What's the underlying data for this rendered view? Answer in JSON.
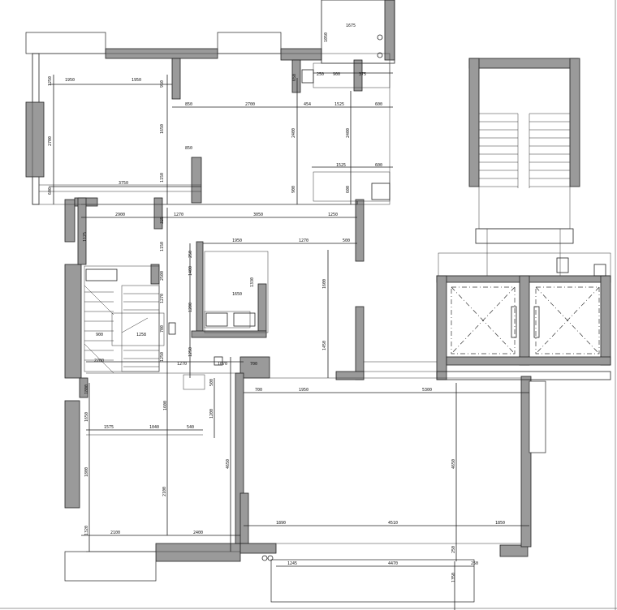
{
  "title": "",
  "dimensions": [
    {
      "text": "1675",
      "rotate": false
    },
    {
      "text": "1050",
      "rotate": true
    },
    {
      "text": "1950",
      "rotate": false
    },
    {
      "text": "1950",
      "rotate": false
    },
    {
      "text": "950",
      "rotate": true
    },
    {
      "text": "1250",
      "rotate": true
    },
    {
      "text": "650",
      "rotate": true
    },
    {
      "text": "250",
      "rotate": false
    },
    {
      "text": "900",
      "rotate": false
    },
    {
      "text": "375",
      "rotate": false
    },
    {
      "text": "850",
      "rotate": false
    },
    {
      "text": "2700",
      "rotate": false
    },
    {
      "text": "454",
      "rotate": false
    },
    {
      "text": "1525",
      "rotate": false
    },
    {
      "text": "600",
      "rotate": false
    },
    {
      "text": "2700",
      "rotate": true
    },
    {
      "text": "1650",
      "rotate": true
    },
    {
      "text": "2400",
      "rotate": true
    },
    {
      "text": "2400",
      "rotate": true
    },
    {
      "text": "850",
      "rotate": false
    },
    {
      "text": "1525",
      "rotate": false
    },
    {
      "text": "600",
      "rotate": false
    },
    {
      "text": "1150",
      "rotate": true
    },
    {
      "text": "600",
      "rotate": true
    },
    {
      "text": "3750",
      "rotate": false
    },
    {
      "text": "900",
      "rotate": true
    },
    {
      "text": "600",
      "rotate": true
    },
    {
      "text": "2900",
      "rotate": false
    },
    {
      "text": "325",
      "rotate": true
    },
    {
      "text": "1270",
      "rotate": false
    },
    {
      "text": "3050",
      "rotate": false
    },
    {
      "text": "1250",
      "rotate": false
    },
    {
      "text": "1125",
      "rotate": true
    },
    {
      "text": "1150",
      "rotate": true
    },
    {
      "text": "1950",
      "rotate": false
    },
    {
      "text": "1270",
      "rotate": false
    },
    {
      "text": "500",
      "rotate": false
    },
    {
      "text": "250",
      "rotate": true
    },
    {
      "text": "1400",
      "rotate": true
    },
    {
      "text": "1600",
      "rotate": true
    },
    {
      "text": "1330",
      "rotate": true
    },
    {
      "text": "1650",
      "rotate": false
    },
    {
      "text": "1270",
      "rotate": true
    },
    {
      "text": "2500",
      "rotate": true
    },
    {
      "text": "1200",
      "rotate": true
    },
    {
      "text": "700",
      "rotate": true
    },
    {
      "text": "1258",
      "rotate": false
    },
    {
      "text": "900",
      "rotate": false
    },
    {
      "text": "2200",
      "rotate": false
    },
    {
      "text": "1250",
      "rotate": false
    },
    {
      "text": "1270",
      "rotate": false
    },
    {
      "text": "1070",
      "rotate": false
    },
    {
      "text": "700",
      "rotate": false
    },
    {
      "text": "1250",
      "rotate": true
    },
    {
      "text": "1450",
      "rotate": true
    },
    {
      "text": "500",
      "rotate": true
    },
    {
      "text": "700",
      "rotate": false
    },
    {
      "text": "1950",
      "rotate": false
    },
    {
      "text": "5300",
      "rotate": false
    },
    {
      "text": "1800",
      "rotate": true
    },
    {
      "text": "1600",
      "rotate": true
    },
    {
      "text": "1575",
      "rotate": false
    },
    {
      "text": "1040",
      "rotate": false
    },
    {
      "text": "540",
      "rotate": false
    },
    {
      "text": "1200",
      "rotate": true
    },
    {
      "text": "1650",
      "rotate": true
    },
    {
      "text": "4650",
      "rotate": true
    },
    {
      "text": "4650",
      "rotate": true
    },
    {
      "text": "1800",
      "rotate": true
    },
    {
      "text": "2100",
      "rotate": true
    },
    {
      "text": "1890",
      "rotate": false
    },
    {
      "text": "4510",
      "rotate": false
    },
    {
      "text": "1850",
      "rotate": false
    },
    {
      "text": "1320",
      "rotate": true
    },
    {
      "text": "2100",
      "rotate": false
    },
    {
      "text": "2400",
      "rotate": false
    },
    {
      "text": "250",
      "rotate": true
    },
    {
      "text": "1245",
      "rotate": false
    },
    {
      "text": "4470",
      "rotate": false
    },
    {
      "text": "250",
      "rotate": false
    },
    {
      "text": "1350",
      "rotate": true
    }
  ]
}
